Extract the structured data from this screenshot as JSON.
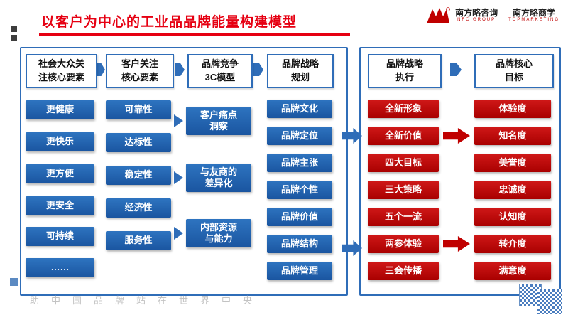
{
  "title": "以客户为中心的工业品品牌能量构建模型",
  "logo": {
    "name1": "南方略咨询",
    "tag1": "NFC GROUP",
    "name2": "南方略商学",
    "tag2": "TOPMARKETING"
  },
  "flow": {
    "columns": [
      {
        "id": "public-factors",
        "header": "社会大众关\n注核心要素",
        "items": [
          "更健康",
          "更快乐",
          "更方便",
          "更安全",
          "可持续",
          "……"
        ]
      },
      {
        "id": "customer-factors",
        "header": "客户关注\n核心要素",
        "items": [
          "可靠性",
          "达标性",
          "稳定性",
          "经济性",
          "服务性"
        ]
      },
      {
        "id": "3c-model",
        "header": "品牌竞争\n3C模型",
        "items": [
          "客户痛点\n洞察",
          "与友商的\n差异化",
          "内部资源\n与能力"
        ]
      },
      {
        "id": "strategy-planning",
        "header": "品牌战略\n规划",
        "items": [
          "品牌文化",
          "品牌定位",
          "品牌主张",
          "品牌个性",
          "品牌价值",
          "品牌结构",
          "品牌管理"
        ]
      },
      {
        "id": "strategy-execution",
        "header": "品牌战略\n执行",
        "items": [
          "全新形象",
          "全新价值",
          "四大目标",
          "三大策略",
          "五个一流",
          "两参体验",
          "三会传播"
        ]
      },
      {
        "id": "core-goals",
        "header": "品牌核心\n目标",
        "items": [
          "体验度",
          "知名度",
          "美誉度",
          "忠诚度",
          "认知度",
          "转介度",
          "满意度"
        ]
      }
    ]
  },
  "watermark": "助中国品牌站在世界中央",
  "colors": {
    "title_red": "#e60012",
    "item_blue": "#1a5fae",
    "item_red": "#c00000",
    "panel_border_blue": "#2f6db8"
  }
}
